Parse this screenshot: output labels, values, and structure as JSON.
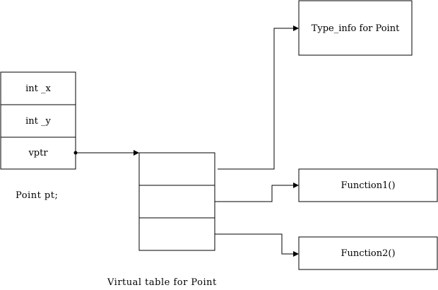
{
  "object": {
    "fields": [
      "int _x",
      "int _y",
      "vptr"
    ],
    "caption": "Point pt;"
  },
  "vtable": {
    "caption": "Virtual table for Point",
    "slot_count": 3
  },
  "targets": {
    "type_info": "Type_info for Point",
    "function1": "Function1()",
    "function2": "Function2()"
  }
}
